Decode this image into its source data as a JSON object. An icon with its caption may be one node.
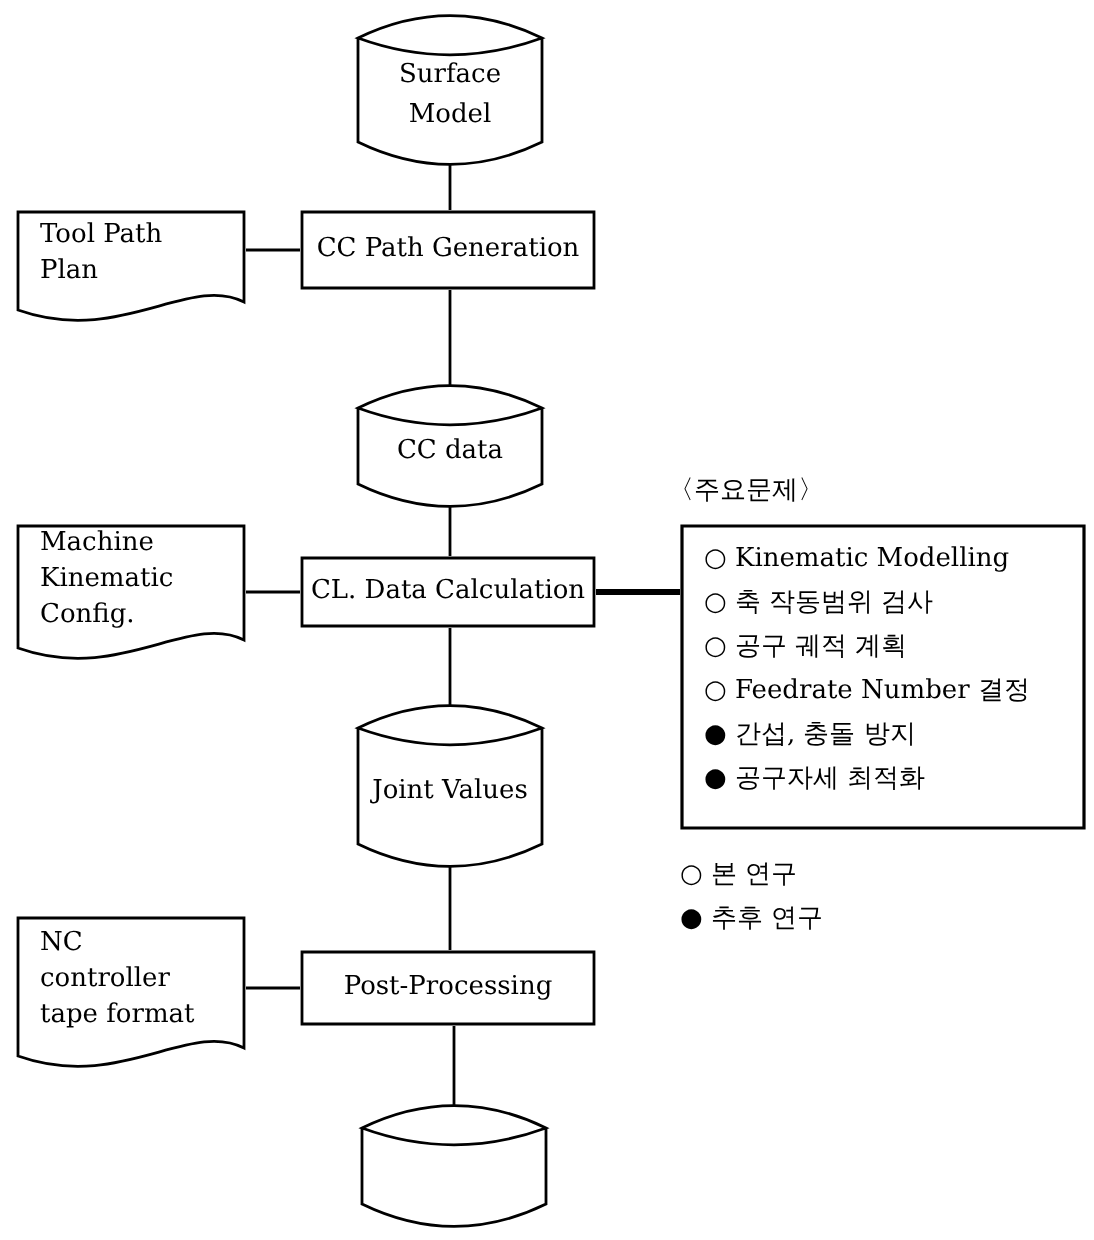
{
  "diagram": {
    "nodes": [
      {
        "text": [
          "Surface Model"
        ]
      },
      {
        "text": [
          "CC Path Generation"
        ]
      },
      {
        "text": [
          "Tool Path Plan"
        ]
      },
      {
        "text": [
          "CC data"
        ]
      },
      {
        "text": [
          "Machine Kinematic Config."
        ]
      },
      {
        "text": [
          "CL. Data Calculation"
        ]
      },
      {
        "text": [
          "〈주요문제〉",
          "○ Kinematic Modelling",
          "○ 축 작동범위 검사",
          "○ 공구 궤적 계획",
          "○ Feedrate Number 결정",
          "● 간섭, 충돌 방지",
          "● 공구자세 최적화"
        ]
      },
      {
        "text": [
          "Joint Values"
        ]
      },
      {
        "text": [
          "NC controller tape format"
        ]
      },
      {
        "text": [
          "Post-Processing"
        ]
      },
      {
        "text": [],
        "shape": "cylinder"
      }
    ],
    "edges": [
      {
        "from": 0,
        "to": 1,
        "arrow": "none"
      },
      {
        "from": 2,
        "to": 1,
        "arrow": "none"
      },
      {
        "from": 1,
        "to": 3,
        "arrow": "none"
      },
      {
        "from": 3,
        "to": 5,
        "arrow": "none"
      },
      {
        "from": 4,
        "to": 5,
        "arrow": "none"
      },
      {
        "from": 5,
        "to": 6,
        "arrow": "none",
        "style": "thick"
      },
      {
        "from": 5,
        "to": 7,
        "arrow": "none"
      },
      {
        "from": 7,
        "to": 9,
        "arrow": "none"
      },
      {
        "from": 8,
        "to": 9,
        "arrow": "none"
      },
      {
        "from": 9,
        "to": 10,
        "arrow": "none"
      }
    ],
    "legend": [
      {
        "text": "○ 본 연구"
      },
      {
        "text": "● 추후 연구"
      }
    ]
  }
}
